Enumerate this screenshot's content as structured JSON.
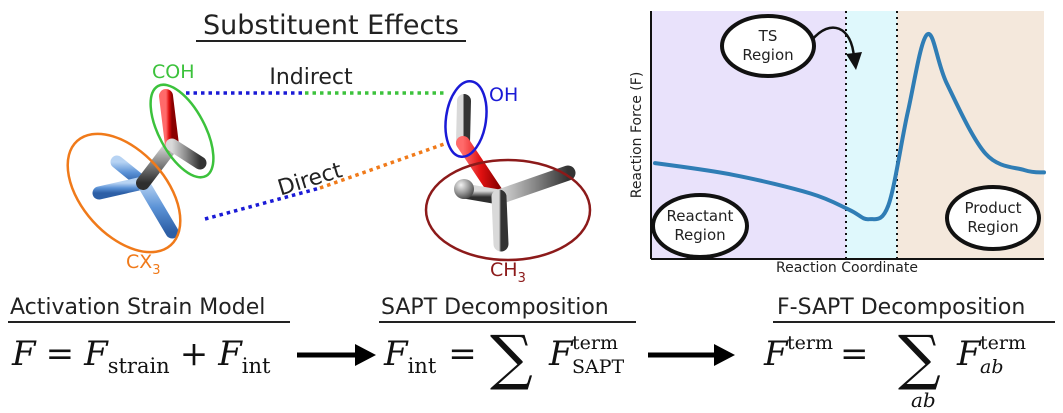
{
  "title": "Substituent Effects",
  "molecule_labels": {
    "coh": "COH",
    "oh": "OH",
    "cx3_main": "CX",
    "cx3_sub": "3",
    "ch3_main": "CH",
    "ch3_sub": "3"
  },
  "interaction_labels": {
    "indirect": "Indirect",
    "direct": "Direct"
  },
  "colors": {
    "coh_ring": "#3cc23c",
    "oh_ring": "#1a1ad6",
    "cx3_ring": "#f07a1a",
    "ch3_ring": "#8c1a1a",
    "reactant_bg": "#e9e2fb",
    "ts_bg": "#dff8fc",
    "product_bg": "#f4e8dc",
    "curve": "#2f7db5"
  },
  "chart": {
    "xlabel": "Reaction Coordinate",
    "ylabel": "Reaction Force (F)",
    "regions": {
      "ts_line1": "TS",
      "ts_line2": "Region",
      "reactant_line1": "Reactant",
      "reactant_line2": "Region",
      "product_line1": "Product",
      "product_line2": "Region"
    }
  },
  "chart_data": {
    "type": "line",
    "xlabel": "Reaction Coordinate",
    "ylabel": "Reaction Force (F)",
    "x": [
      0.0,
      0.2,
      0.4,
      0.5,
      0.55,
      0.6,
      0.65,
      0.7,
      0.75,
      0.85,
      0.95,
      1.0
    ],
    "y": [
      0.38,
      0.33,
      0.25,
      0.18,
      0.14,
      0.2,
      0.6,
      0.93,
      0.72,
      0.42,
      0.35,
      0.34
    ]
  },
  "equations": {
    "asm": {
      "header": "Activation Strain Model",
      "lhs": "F",
      "eq": "=",
      "f1": "F",
      "f1_sub": "strain",
      "plus": "+",
      "f2": "F",
      "f2_sub": "int"
    },
    "sapt": {
      "header": "SAPT Decomposition",
      "lhs": "F",
      "lhs_sub": "int",
      "eq": "=",
      "sum": "∑",
      "f": "F",
      "f_sup": "term",
      "f_sub": "SAPT"
    },
    "fsapt": {
      "header": "F-SAPT Decomposition",
      "lhs": "F",
      "lhs_sup": "term",
      "eq": "=",
      "sum": "∑",
      "sum_sub": "ab",
      "f": "F",
      "f_sup": "term",
      "f_sub": "ab"
    }
  }
}
